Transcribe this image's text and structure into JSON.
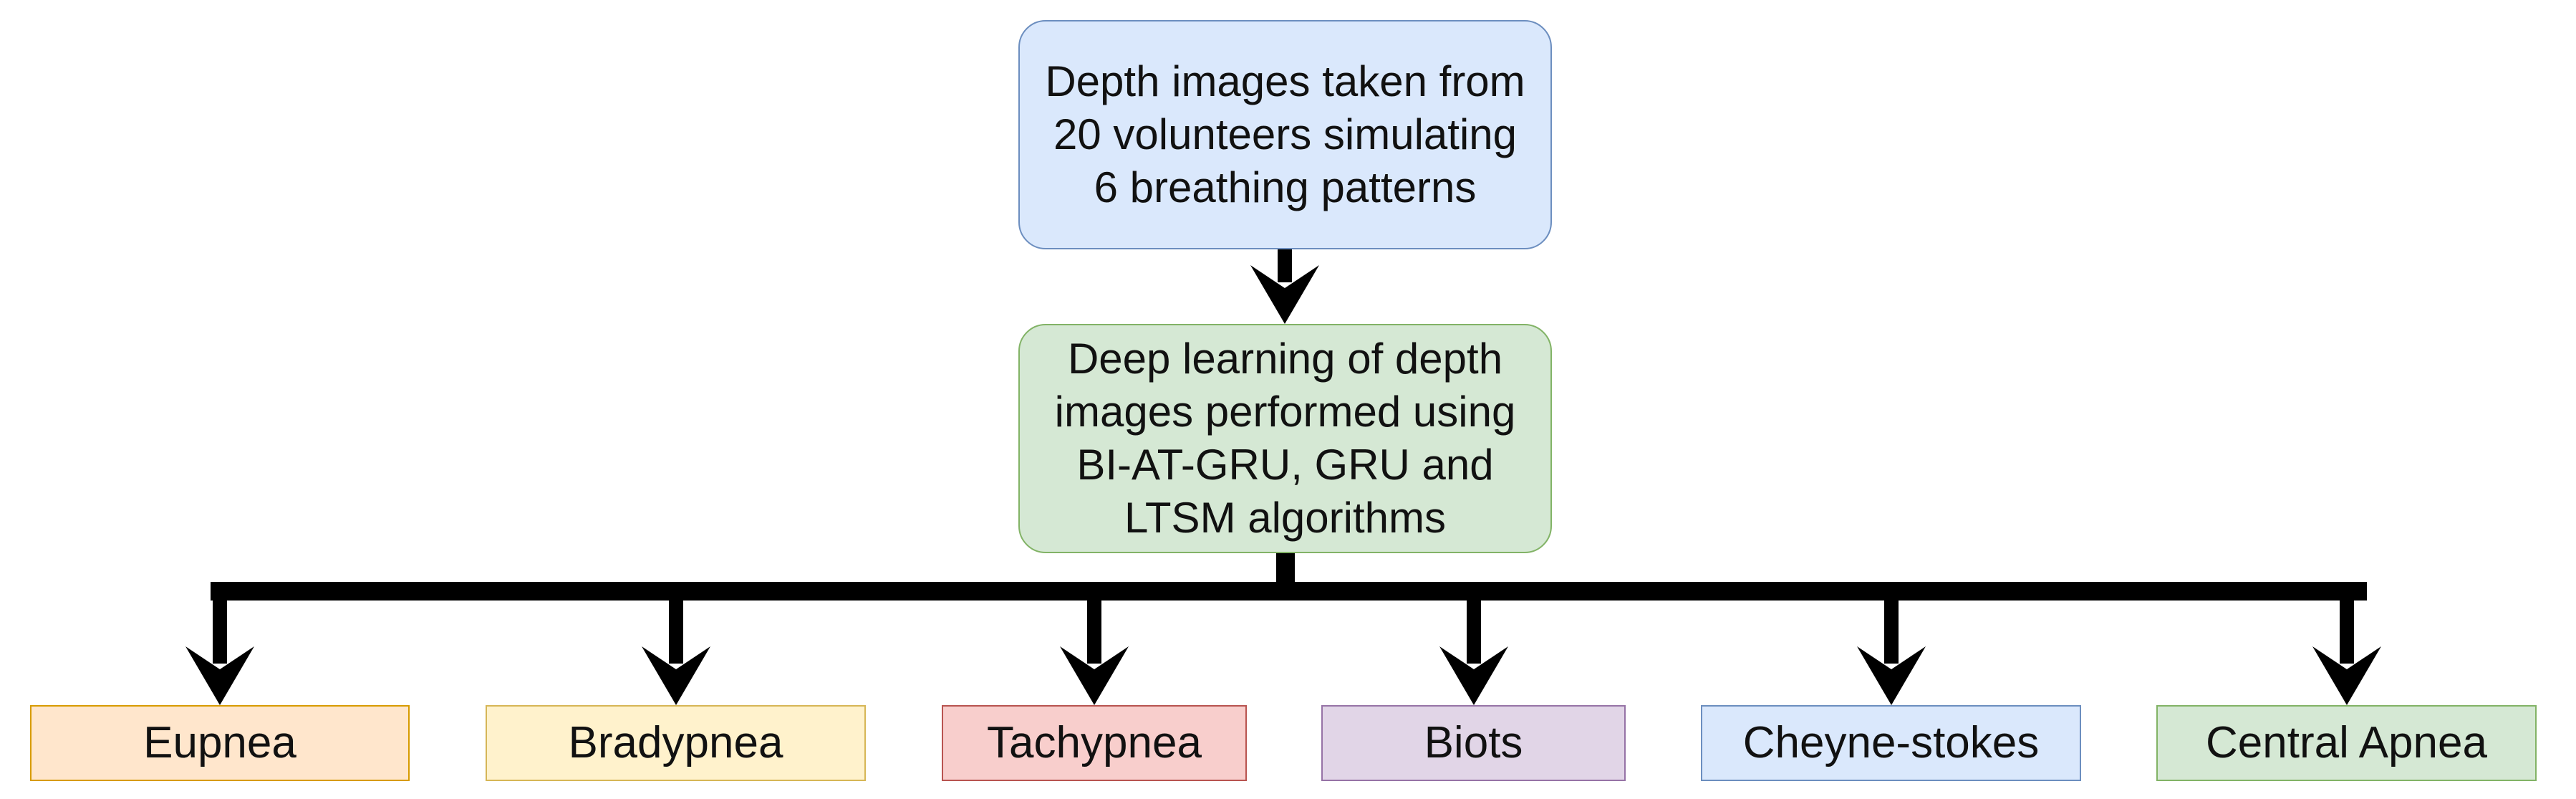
{
  "nodes": {
    "input": {
      "lines": [
        "Depth images taken from",
        "20 volunteers simulating",
        "6 breathing patterns"
      ],
      "fill": "#dae8fc",
      "stroke": "#6c8ebf"
    },
    "model": {
      "lines": [
        "Deep learning of depth",
        "images performed using",
        "BI-AT-GRU, GRU and",
        "LTSM algorithms"
      ],
      "fill": "#d5e8d4",
      "stroke": "#82b366"
    },
    "categories": [
      {
        "label": "Eupnea",
        "fill": "#ffe6cc",
        "stroke": "#d79b00"
      },
      {
        "label": "Bradypnea",
        "fill": "#fff2cc",
        "stroke": "#d6b656"
      },
      {
        "label": "Tachypnea",
        "fill": "#f8cecc",
        "stroke": "#b85450"
      },
      {
        "label": "Biots",
        "fill": "#e1d5e7",
        "stroke": "#9673a6"
      },
      {
        "label": "Cheyne-stokes",
        "fill": "#dae8fc",
        "stroke": "#6c8ebf"
      },
      {
        "label": "Central Apnea",
        "fill": "#d5e8d4",
        "stroke": "#82b366"
      }
    ]
  },
  "edge_color": "#000000"
}
